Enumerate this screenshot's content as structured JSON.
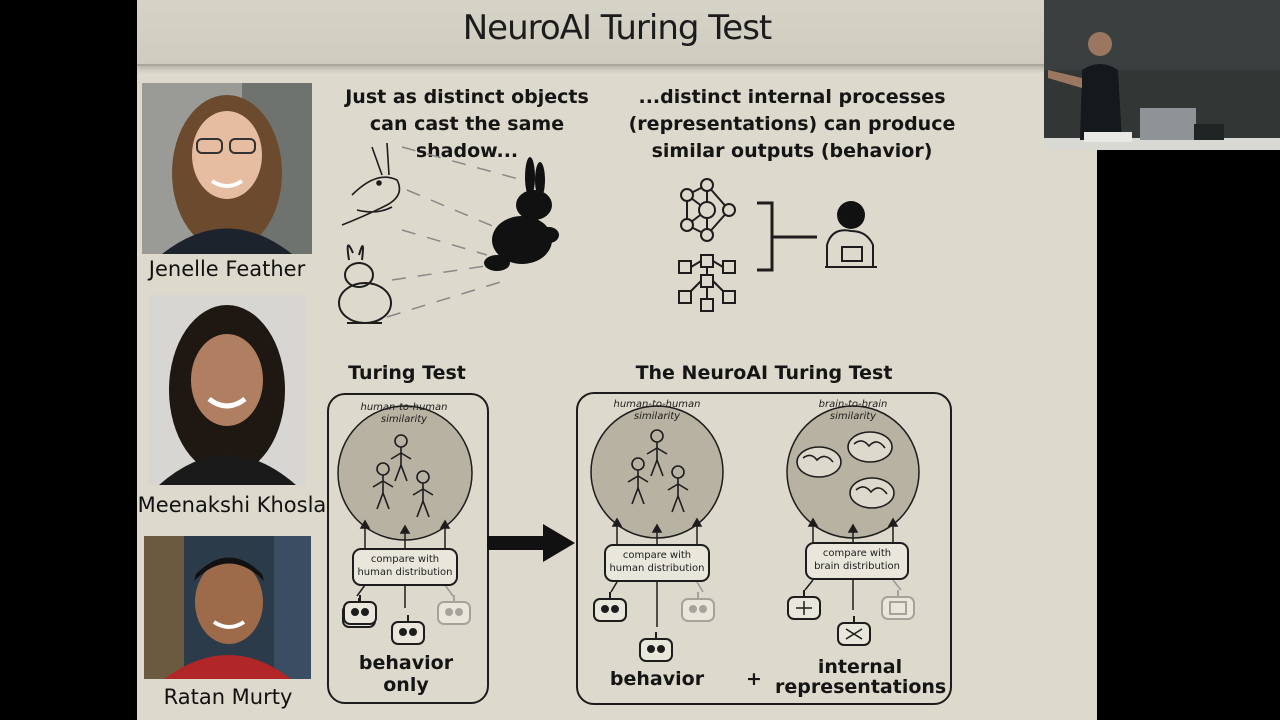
{
  "slide": {
    "title": "NeuroAI Turing Test",
    "people": [
      {
        "name": "Jenelle Feather"
      },
      {
        "name": "Meenakshi Khosla"
      },
      {
        "name": "Ratan Murty"
      }
    ],
    "top_left_caption": [
      "Just as distinct objects",
      "can cast the same shadow..."
    ],
    "top_right_caption": [
      "...distinct internal processes",
      "(representations) can produce",
      "similar outputs (behavior)"
    ],
    "turing_test": {
      "heading": "Turing Test",
      "circle_label": [
        "human-to-human",
        "similarity"
      ],
      "compare_label": [
        "compare with",
        "human distribution"
      ],
      "result_label": [
        "behavior",
        "only"
      ]
    },
    "neuroai_test": {
      "heading": "The NeuroAI Turing Test",
      "left_circle_label": [
        "human-to-human",
        "similarity"
      ],
      "right_circle_label": [
        "brain-to-brain",
        "similarity"
      ],
      "left_compare_label": [
        "compare with",
        "human distribution"
      ],
      "right_compare_label": [
        "compare with",
        "brain distribution"
      ],
      "behavior_label": "behavior",
      "plus": "+",
      "representations_label": [
        "internal",
        "representations"
      ]
    }
  },
  "colors": {
    "slide_bg": "#ddd9cc",
    "ink": "#1d1d1d",
    "circle_fill": "#b8b2a3"
  }
}
